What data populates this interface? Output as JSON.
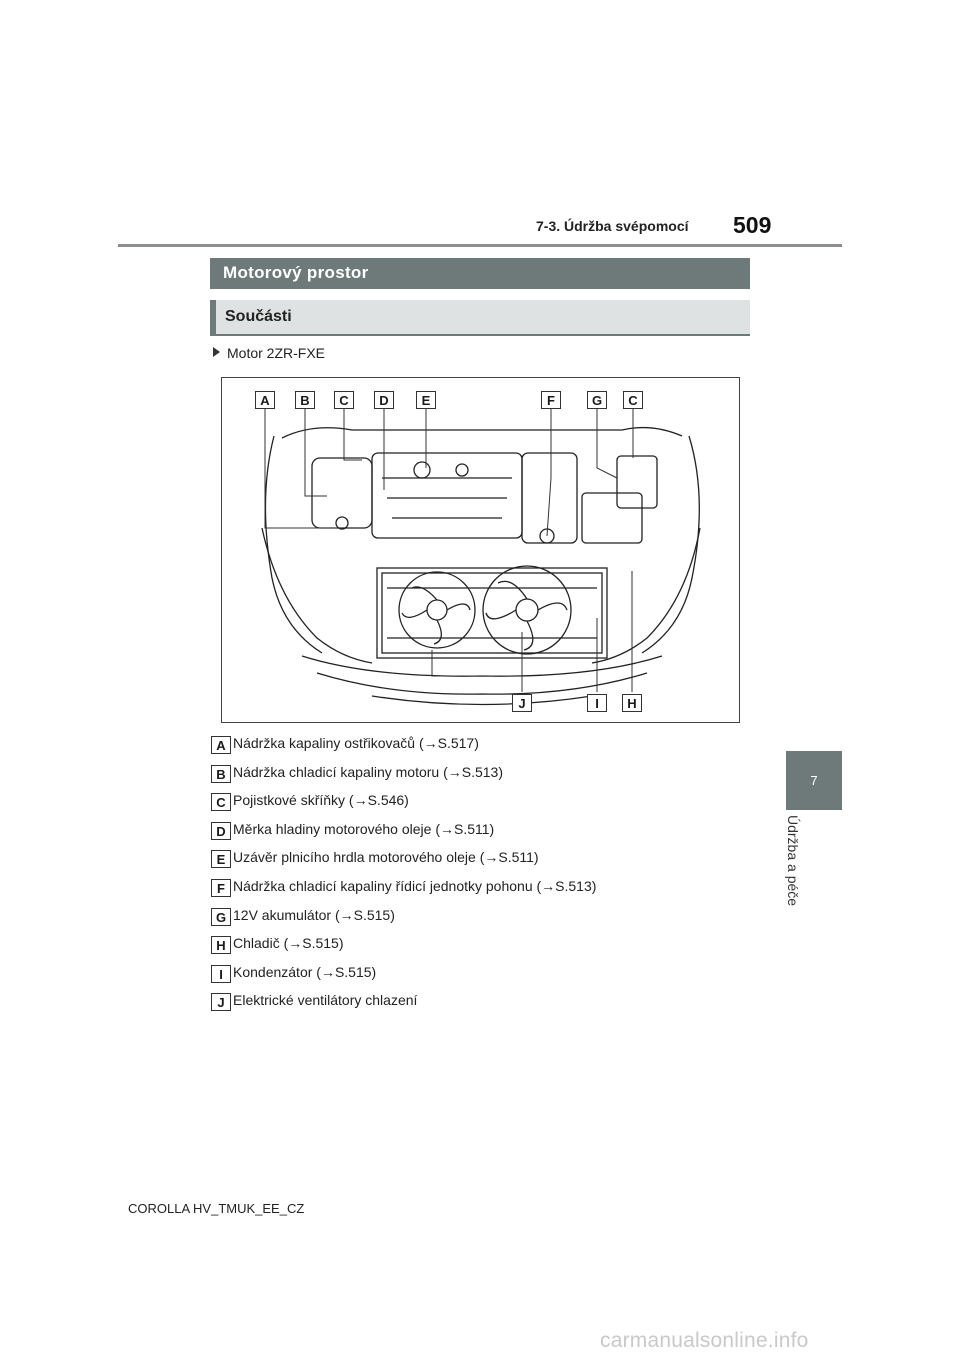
{
  "header": {
    "section": "7-3. Údržba svépomocí",
    "page_number": "509"
  },
  "side_tab": {
    "chapter_number": "7",
    "chapter_title": "Údržba a péče"
  },
  "section_title": "Motorový prostor",
  "subsection_title": "Součásti",
  "engine_label": "Motor 2ZR-FXE",
  "diagram": {
    "top_labels": [
      "A",
      "B",
      "C",
      "D",
      "E",
      "F",
      "G",
      "C"
    ],
    "bottom_labels": [
      "J",
      "I",
      "H"
    ]
  },
  "legend": [
    {
      "letter": "A",
      "text": "Nádržka kapaliny ostřikovačů (→S.517)"
    },
    {
      "letter": "B",
      "text": "Nádržka chladicí kapaliny motoru (→S.513)"
    },
    {
      "letter": "C",
      "text": "Pojistkové skříňky (→S.546)"
    },
    {
      "letter": "D",
      "text": "Měrka hladiny motorového oleje (→S.511)"
    },
    {
      "letter": "E",
      "text": "Uzávěr plnicího hrdla motorového oleje (→S.511)"
    },
    {
      "letter": "F",
      "text": "Nádržka chladicí kapaliny řídicí jednotky pohonu (→S.513)"
    },
    {
      "letter": "G",
      "text": "12V akumulátor (→S.515)"
    },
    {
      "letter": "H",
      "text": "Chladič (→S.515)"
    },
    {
      "letter": "I",
      "text": "Kondenzátor (→S.515)"
    },
    {
      "letter": "J",
      "text": "Elektrické ventilátory chlazení"
    }
  ],
  "footer": "COROLLA HV_TMUK_EE_CZ",
  "watermark": "carmanualsonline.info"
}
